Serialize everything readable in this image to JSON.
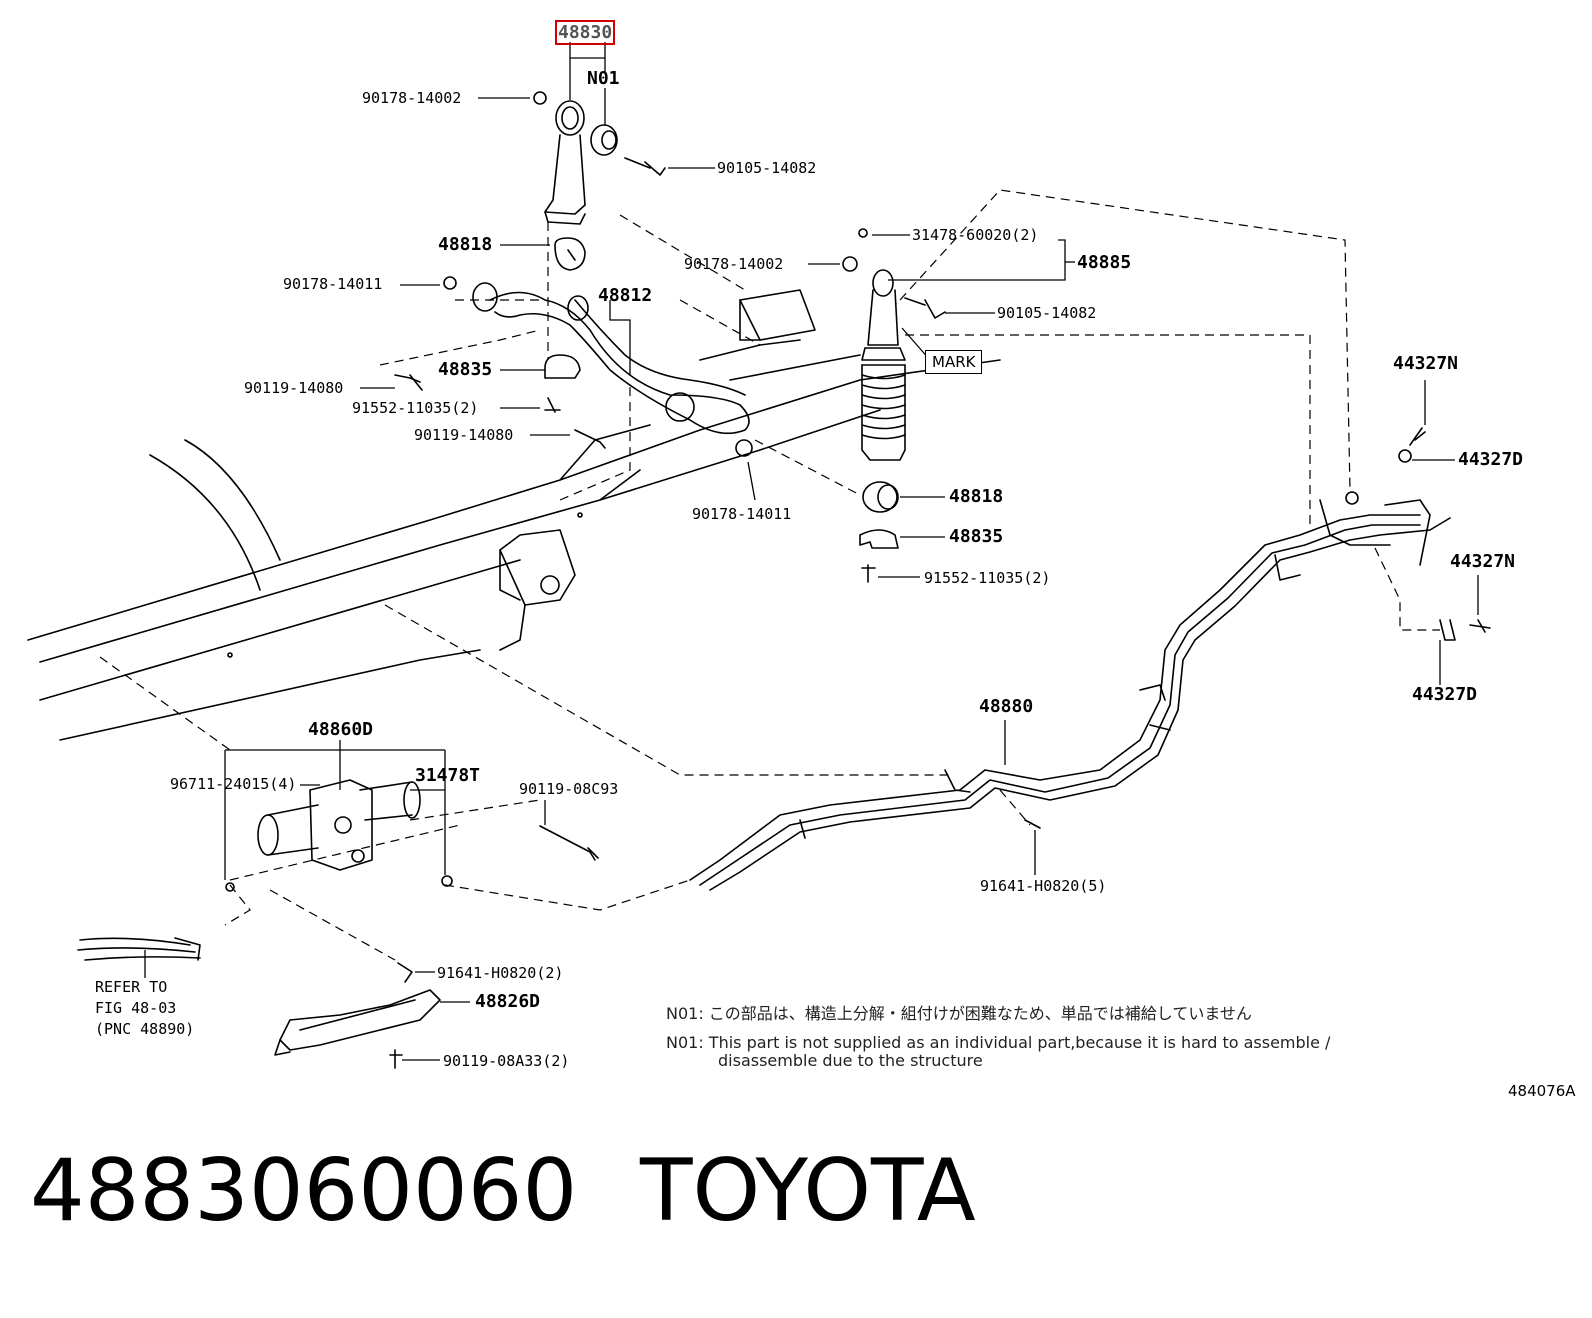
{
  "diagram": {
    "labels": {
      "l48830": "48830",
      "lN01": "N01",
      "l90178_14002_a": "90178-14002",
      "l90105_14082_a": "90105-14082",
      "l48818_a": "48818",
      "l90178_14011_a": "90178-14011",
      "l48812": "48812",
      "l48835_a": "48835",
      "l90119_14080_a": "90119-14080",
      "l91552_11035_a": "91552-11035(2)",
      "l90119_14080_b": "90119-14080",
      "l90178_14002_b": "90178-14002",
      "l31478_60020": "31478-60020(2)",
      "l48885": "48885",
      "l90105_14082_b": "90105-14082",
      "lMARK": "MARK",
      "l90178_14011_b": "90178-14011",
      "l48818_b": "48818",
      "l48835_b": "48835",
      "l91552_11035_b": "91552-11035(2)",
      "l44327N_a": "44327N",
      "l44327D_a": "44327D",
      "l44327N_b": "44327N",
      "l44327D_b": "44327D",
      "l48880": "48880",
      "l48860D": "48860D",
      "l96711": "96711-24015(4)",
      "l31478T": "31478T",
      "l90119_08C93": "90119-08C93",
      "l91641_H0820_a": "91641-H0820(5)",
      "l91641_H0820_b": "91641-H0820(2)",
      "l48826D": "48826D",
      "l90119_08A33": "90119-08A33(2)",
      "refer1": "REFER TO",
      "refer2": "FIG 48-03",
      "refer3": "(PNC 48890)"
    },
    "notes": {
      "jp": "N01: この部品は、構造上分解・組付けが困難なため、単品では補給していません",
      "en1": "N01: This part is not supplied as an individual part,because it is hard to assemble /",
      "en2": "disassemble due to the structure"
    },
    "figure_id": "484076A"
  },
  "caption": {
    "part_number": "4883060060",
    "brand": "TOYOTA"
  }
}
